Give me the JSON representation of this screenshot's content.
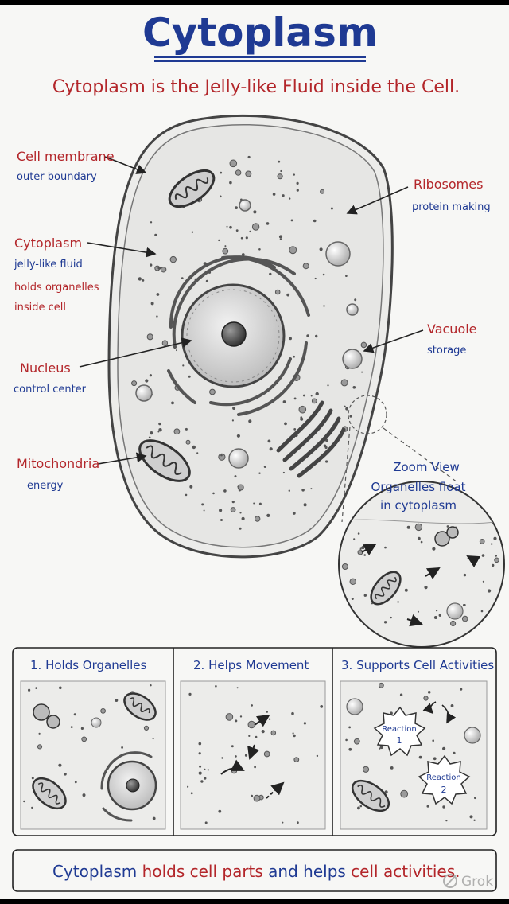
{
  "title": "Cytoplasm",
  "subtitle": "Cytoplasm is the Jelly-like Fluid inside the Cell.",
  "colors": {
    "red": "#b3262a",
    "blue": "#1f3a93",
    "ink": "#333333",
    "paper": "#f7f7f5"
  },
  "labels": {
    "cell_membrane": {
      "name": "Cell membrane",
      "desc": "outer boundary"
    },
    "cytoplasm": {
      "name": "Cytoplasm",
      "desc1": "jelly-like fluid",
      "desc2": "holds organelles",
      "desc3": "inside cell"
    },
    "nucleus": {
      "name": "Nucleus",
      "desc": "control center"
    },
    "mitochondria": {
      "name": "Mitochondria",
      "desc": "energy"
    },
    "ribosomes": {
      "name": "Ribosomes",
      "desc": "protein making"
    },
    "vacuole": {
      "name": "Vacuole",
      "desc": "storage"
    }
  },
  "zoom": {
    "line1": "Zoom View",
    "line2": "Organelles float",
    "line3": "in cytoplasm"
  },
  "panels": [
    {
      "title": "1. Holds Organelles"
    },
    {
      "title": "2. Helps Movement"
    },
    {
      "title": "3. Supports Cell Activities",
      "reaction1": "Reaction",
      "reaction1_num": "1",
      "reaction2": "Reaction",
      "reaction2_num": "2"
    }
  ],
  "footer": {
    "part1": "Cytoplasm",
    "part2": "holds cell parts",
    "part3": "and helps",
    "part4": "cell activities."
  },
  "watermark": "Grok"
}
